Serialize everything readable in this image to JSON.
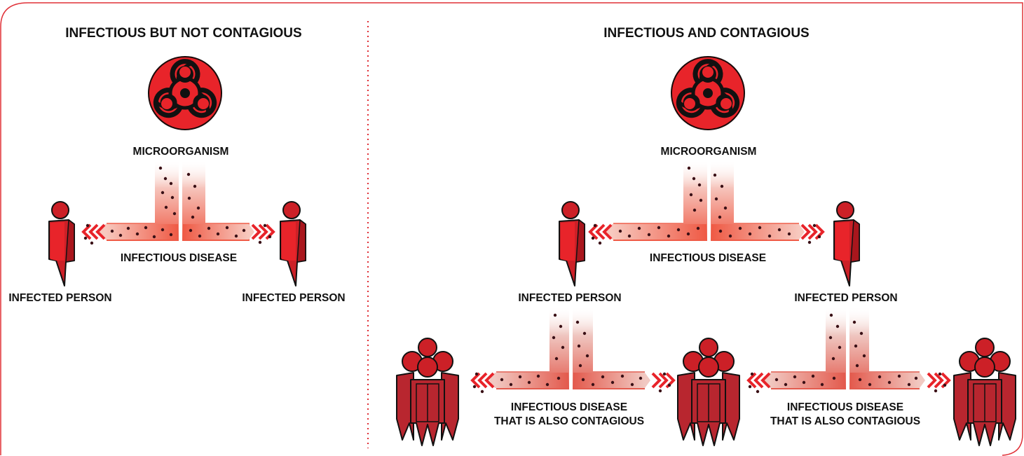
{
  "colors": {
    "border": "#e03037",
    "divider": "#e03037",
    "hazard_fill": "#e8242a",
    "person_fill": "#cc2027",
    "person_face": "#e8242a",
    "group_fill": "#b8262f",
    "flow": "#ef5a45",
    "particle": "#3a1016",
    "text": "#111111"
  },
  "left_panel": {
    "title": "INFECTIOUS BUT NOT CONTAGIOUS",
    "microorganism_label": "MICROORGANISM",
    "disease_label": "INFECTIOUS DISEASE",
    "person_left_label": "INFECTED PERSON",
    "person_right_label": "INFECTED PERSON",
    "hazard_icon": "biohazard-icon",
    "person_icon": "person-icon"
  },
  "right_panel": {
    "title": "INFECTIOUS AND CONTAGIOUS",
    "microorganism_label": "MICROORGANISM",
    "disease_label": "INFECTIOUS DISEASE",
    "person_left_label": "INFECTED PERSON",
    "person_right_label": "INFECTED PERSON",
    "contagious_left_line1": "INFECTIOUS DISEASE",
    "contagious_left_line2": "THAT IS ALSO CONTAGIOUS",
    "contagious_right_line1": "INFECTIOUS DISEASE",
    "contagious_right_line2": "THAT IS ALSO CONTAGIOUS",
    "hazard_icon": "biohazard-icon",
    "person_icon": "person-icon",
    "group_icon": "people-group-icon"
  }
}
